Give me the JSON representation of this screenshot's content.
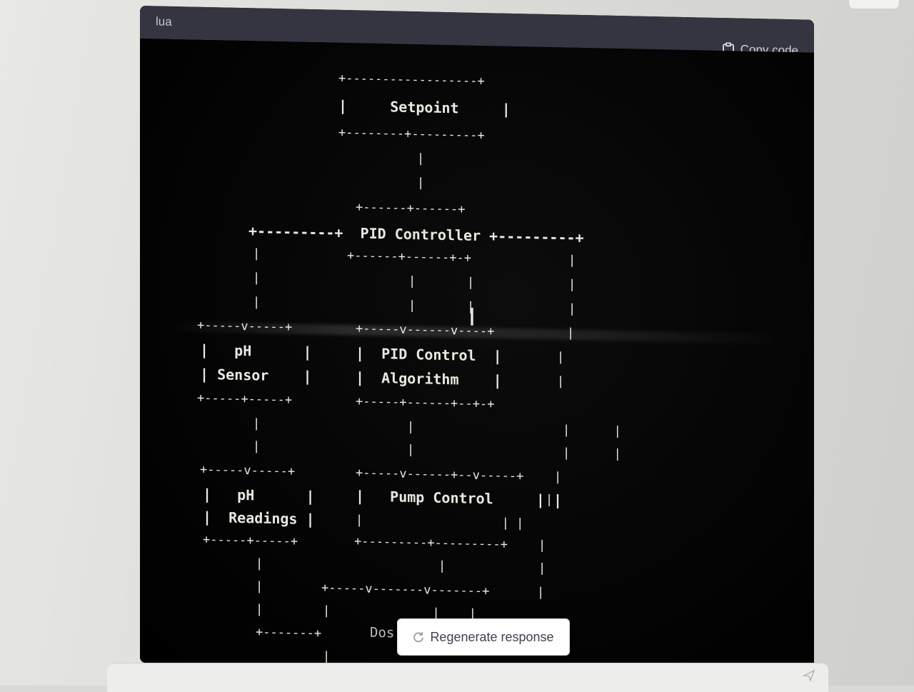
{
  "code_block": {
    "language": "lua",
    "copy_label": "Copy code"
  },
  "diagram": {
    "lines": [
      "+------------------+",
      "|     Setpoint     |",
      "+--------+---------+",
      "|",
      "|",
      "+------+------+",
      "+---------+  PID Controller +---------+",
      "|",
      "+------+------+-+",
      "|",
      "|",
      "|",
      "|",
      "|",
      "|",
      "|",
      "|",
      "|",
      "+-----v-----+",
      "+-----v------v----+",
      "|",
      "|   pH      |",
      "|  PID Control  |",
      "|",
      "| Sensor    |",
      "|  Algorithm    |",
      "|",
      "+-----+-----+",
      "+-----+------+--+-+",
      "|",
      "|",
      "|      |",
      "|",
      "|",
      "|      |",
      "|",
      "+-----v-----+",
      "+-----v------+--v-----+",
      "|",
      "|   pH      |",
      "|   Pump Control     | |",
      "|  Readings |",
      "|                   | |",
      "+-----+-----+",
      "+---------+---------+",
      "|",
      "|",
      "|",
      "|",
      "|",
      "+-----v-------v-------+",
      "|",
      "|",
      "|              |    |",
      "+-------+",
      "|"
    ],
    "partial_text": "Dos"
  },
  "regenerate_label": "Regenerate response",
  "icons": {
    "copy": "clipboard-icon",
    "regenerate": "refresh-icon",
    "send": "send-icon"
  }
}
